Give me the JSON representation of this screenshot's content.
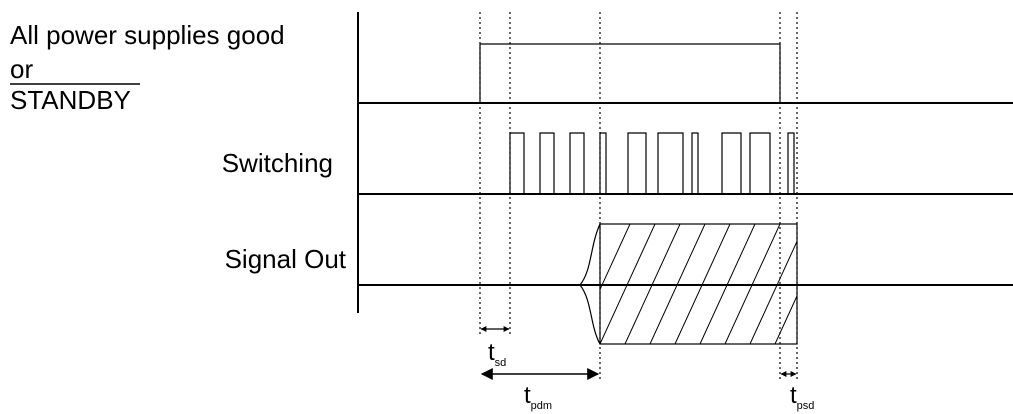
{
  "signals": {
    "power": {
      "line1": "All power supplies good",
      "line2": "or",
      "line3": "STANDBY"
    },
    "switching": {
      "label": "Switching"
    },
    "signal_out": {
      "label": "Signal Out"
    }
  },
  "timing": {
    "t_sd": {
      "base": "t",
      "sub": "sd"
    },
    "t_pdm": {
      "base": "t",
      "sub": "pdm"
    },
    "t_psd": {
      "base": "t",
      "sub": "psd"
    }
  },
  "colors": {
    "line": "#000000",
    "background": "#ffffff"
  }
}
